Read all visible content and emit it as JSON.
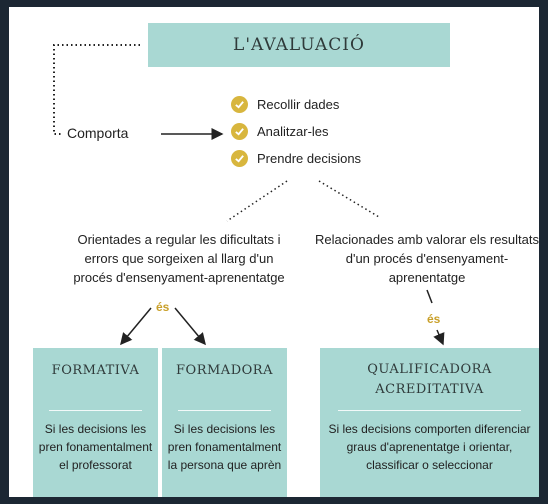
{
  "title": "L'AVALUACIÓ",
  "comporta_label": "Comporta",
  "actions": [
    "Recollir dades",
    "Analitzar-les",
    "Prendre decisions"
  ],
  "left_branch": {
    "lines": [
      "Orientades a regular les dificultats i",
      "errors que sorgeixen al llarg d'un",
      "procés d'ensenyament-aprenentatge"
    ],
    "connector": "és"
  },
  "right_branch": {
    "lines": [
      "Relacionades amb valorar els resultats",
      "d'un procés d'ensenyament-",
      "aprenentatge"
    ],
    "connector": "és"
  },
  "cards": [
    {
      "title_lines": [
        "FORMATIVA"
      ],
      "body_lines": [
        "Si les decisions les",
        "pren fonamentalment",
        "el professorat"
      ]
    },
    {
      "title_lines": [
        "FORMADORA"
      ],
      "body_lines": [
        "Si les decisions les",
        "pren fonamentalment",
        "la persona que aprèn"
      ]
    },
    {
      "title_lines": [
        "QUALIFICADORA",
        "ACREDITATIVA"
      ],
      "body_lines": [
        "Si les decisions comporten diferenciar",
        "graus d'aprenentatge i orientar,",
        "classificar o seleccionar"
      ]
    }
  ],
  "colors": {
    "teal": "#a9d8d3",
    "gold": "#d8b63e",
    "frame": "#1c2733"
  }
}
